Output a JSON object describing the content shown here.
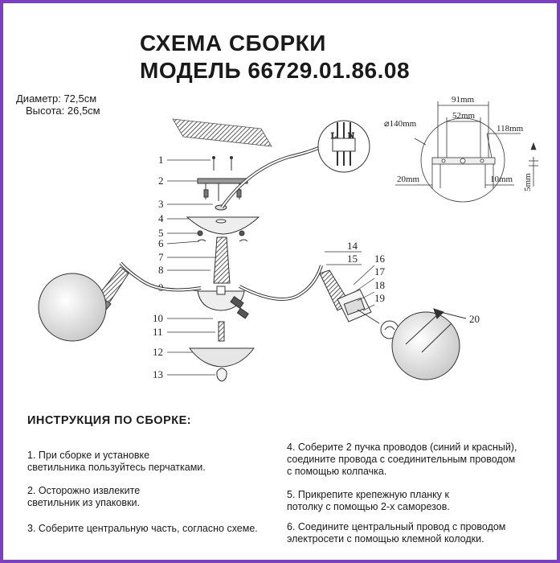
{
  "frame_color": "#7d3fc1",
  "title": {
    "line1": "СХЕМА СБОРКИ",
    "line2": "МОДЕЛЬ 66729.01.86.08"
  },
  "specs": {
    "diameter": "Диаметр: 72,5см",
    "height": "Высота: 26,5см"
  },
  "part_numbers": [
    "1",
    "2",
    "3",
    "4",
    "5",
    "6",
    "7",
    "8",
    "9",
    "10",
    "11",
    "12",
    "13",
    "14",
    "15",
    "16",
    "17",
    "18",
    "19",
    "20"
  ],
  "dimensions": {
    "d91": "91mm",
    "d52": "52mm",
    "d140": "⌀140mm",
    "d118": "118mm",
    "d20": "20mm",
    "d10": "10mm",
    "d5": "5mm"
  },
  "connector_labels": {
    "l": "L",
    "n": "N"
  },
  "instructions": {
    "title": "ИНСТРУКЦИЯ ПО СБОРКЕ:",
    "steps": [
      "1. При сборке и установке\nсветильника пользуйтесь перчатками.",
      "2. Осторожно извлеките\nсветильник из упаковки.",
      "3. Соберите центральную часть, согласно схеме.",
      "4. Соберите 2 пучка проводов (синий и красный),\nсоедините провода с соединительным проводом\nс помощью колпачка.",
      "5. Прикрепите крепежную планку к\nпотолку с помощью 2-х саморезов.",
      "6. Соедините центральный провод с проводом\nэлектросети с помощью клемной колодки."
    ]
  }
}
